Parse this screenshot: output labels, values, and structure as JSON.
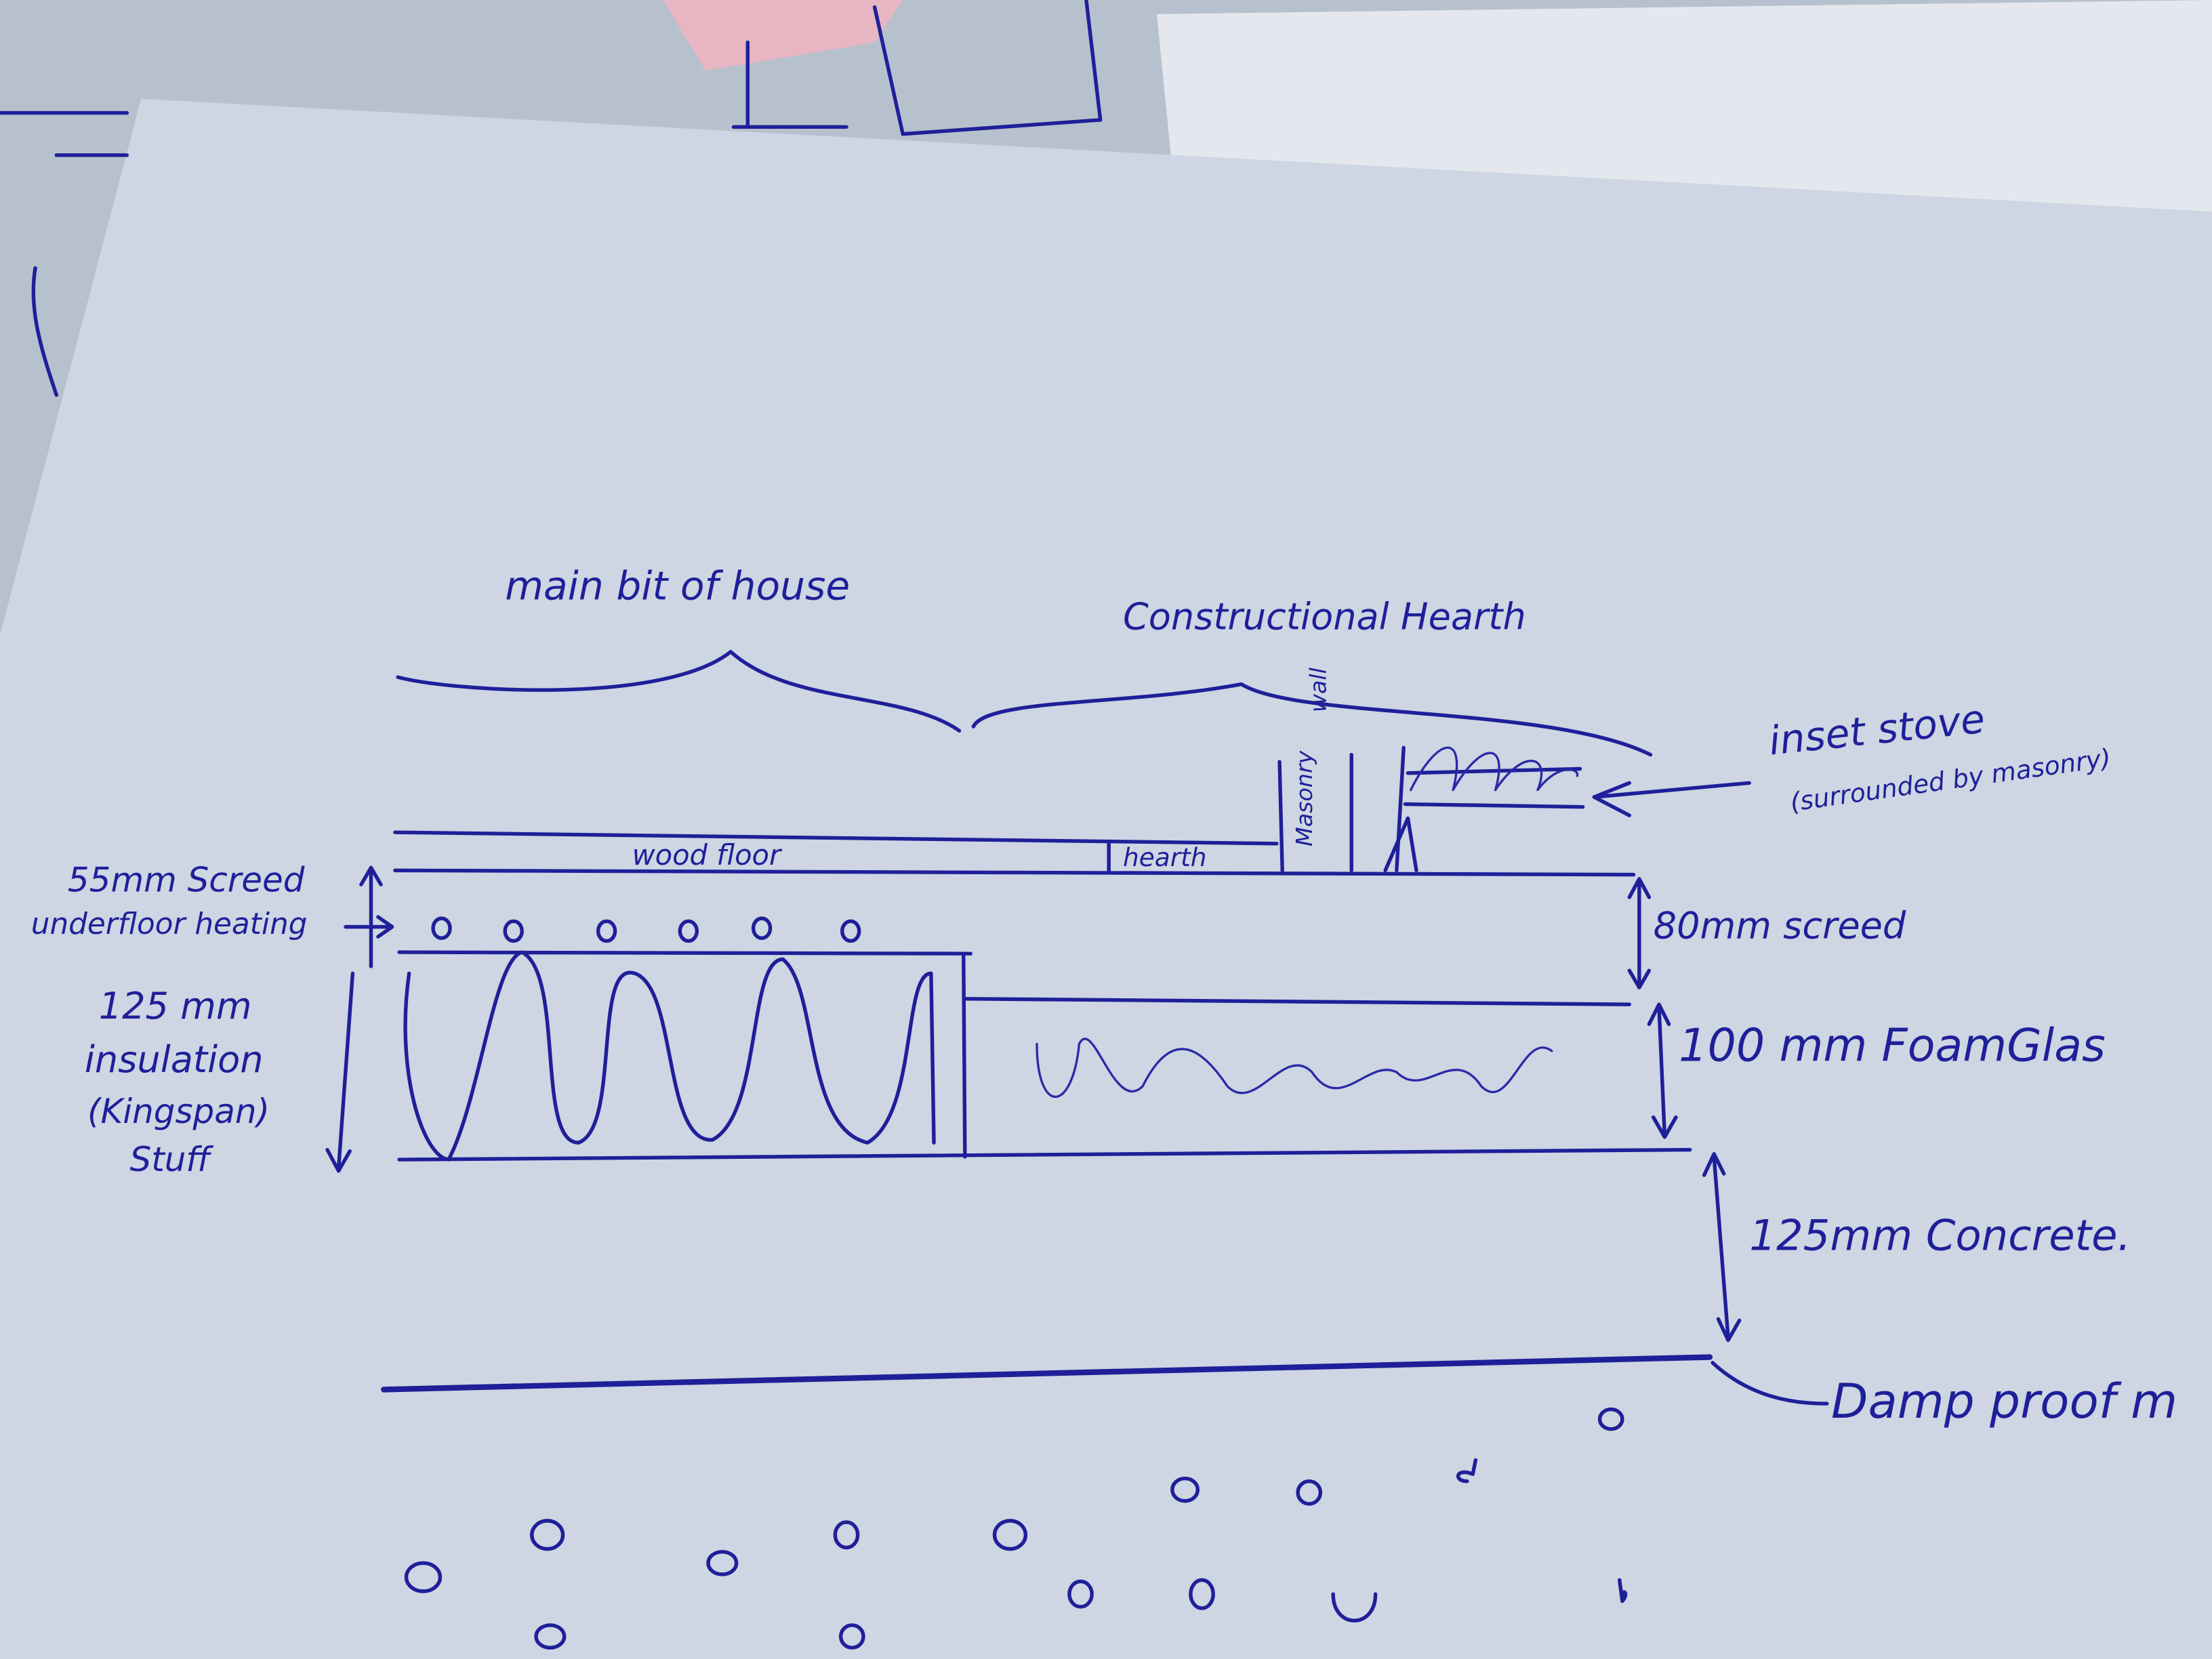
{
  "title": "Hand-drawn floor build-up section",
  "labels": {
    "main_house": "main bit of house",
    "constructional_hearth": "Constructional Hearth",
    "wall": "wall",
    "masonry": "Masonry",
    "inset_stove": "inset stove",
    "inset_stove_note": "(surrounded by masonry)",
    "wood_floor": "wood floor",
    "hearth": "hearth",
    "screed_55": "55mm Screed",
    "underfloor_heating": "underfloor heating",
    "insulation_1": "125 mm",
    "insulation_2": "insulation",
    "insulation_3": "(Kingspan)",
    "insulation_4": "Stuff",
    "screed_80": "80mm screed",
    "foamglas": "100 mm FoamGlas",
    "concrete": "125mm Concrete.",
    "damp_proof": "Damp proof m"
  },
  "colors": {
    "ink": "#1f1f9a",
    "paper": "#cfd8e3",
    "background": "#b9c3cf",
    "pink_block": "#e8b6c2"
  }
}
